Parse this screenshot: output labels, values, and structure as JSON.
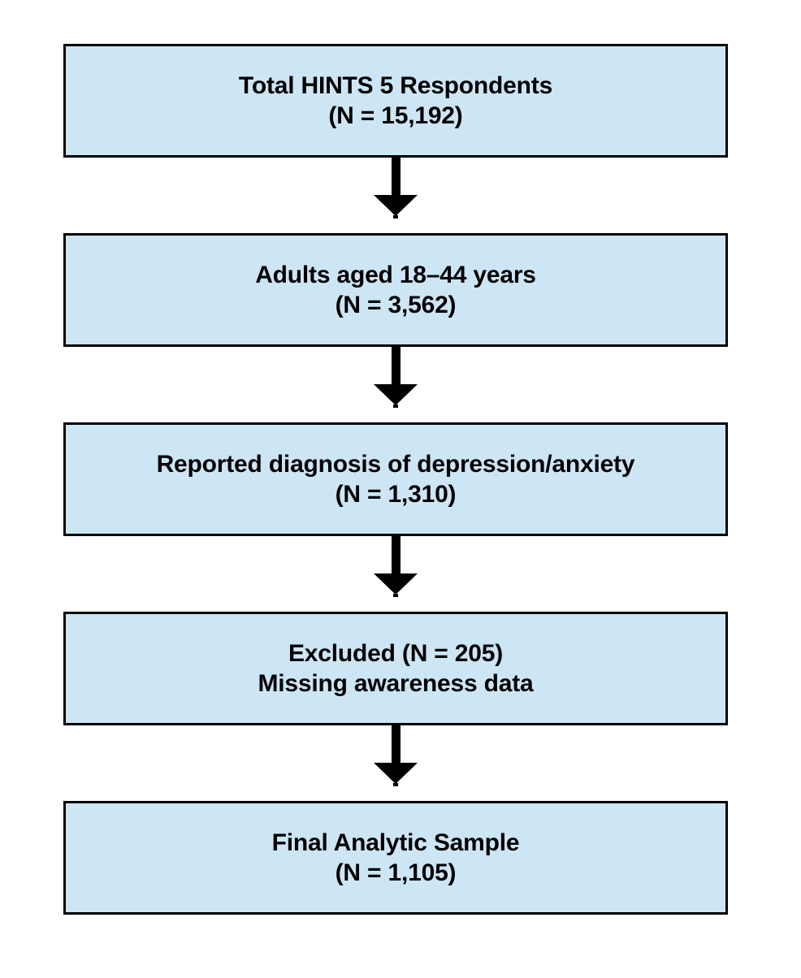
{
  "colors": {
    "background": "#ffffff",
    "box_fill": "#cde6f5",
    "box_border": "#000000",
    "arrow": "#000000",
    "text": "#000000"
  },
  "flowchart": {
    "boxes": [
      {
        "line1": "Total HINTS 5 Respondents",
        "line2": "(N = 15,192)"
      },
      {
        "line1": "Adults aged 18–44 years",
        "line2": "(N = 3,562)"
      },
      {
        "line1": "Reported diagnosis of depression/anxiety",
        "line2": "(N = 1,310)"
      },
      {
        "line1": "Excluded (N = 205)",
        "line2": "Missing awareness data"
      },
      {
        "line1": "Final Analytic Sample",
        "line2": "(N = 1,105)"
      }
    ]
  }
}
